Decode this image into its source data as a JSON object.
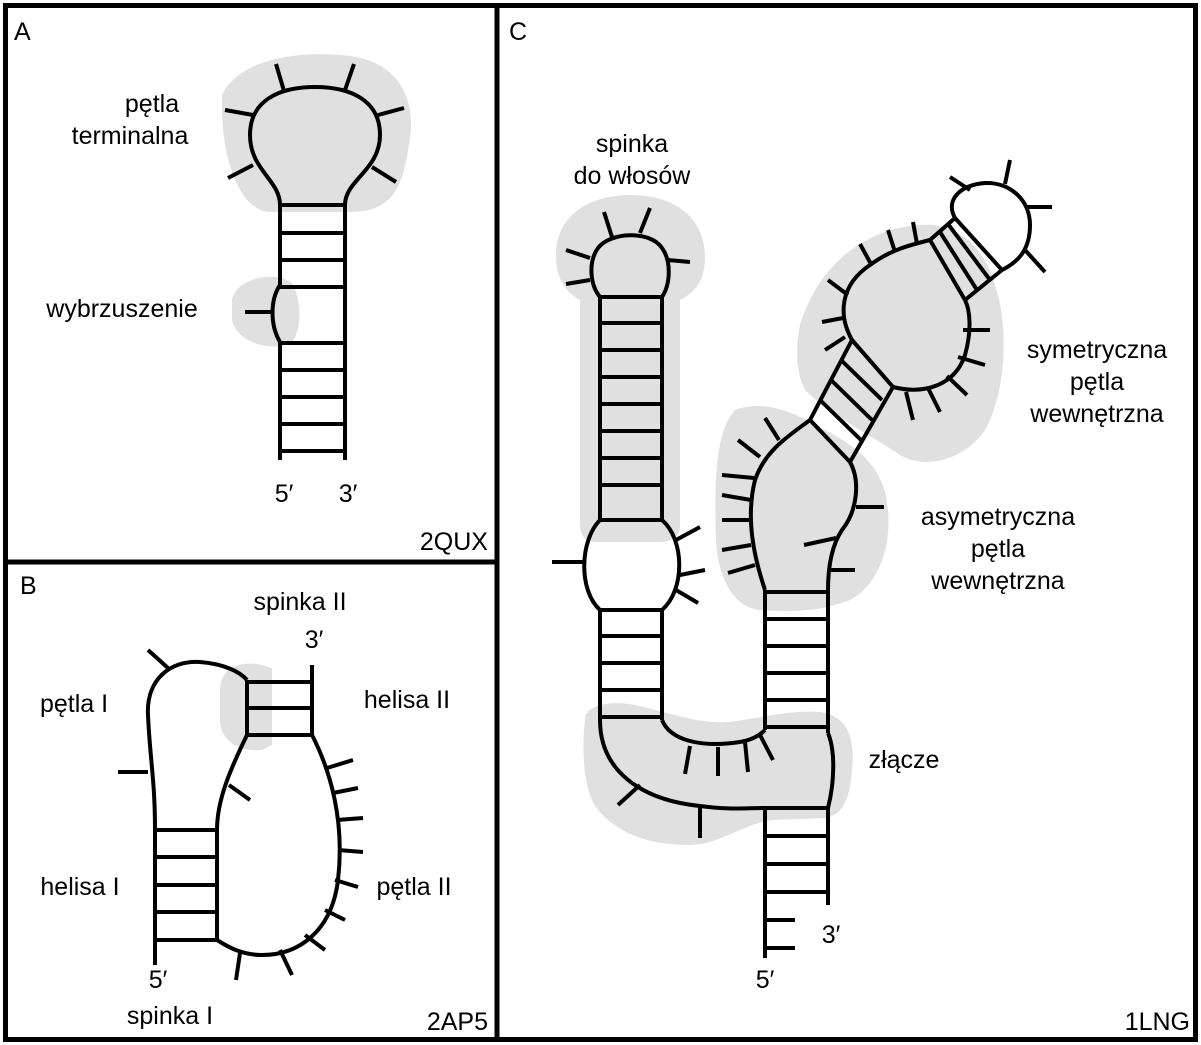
{
  "colors": {
    "line": "#000000",
    "highlight": "#e0e0e0",
    "background": "#ffffff"
  },
  "panels": {
    "A": {
      "letter": "A",
      "id": "2QUX",
      "terminal_loop_label": [
        "pętla",
        "terminalna"
      ],
      "bulge_label": "wybrzuszenie",
      "end5": "5′",
      "end3": "3′"
    },
    "B": {
      "letter": "B",
      "id": "2AP5",
      "hairpin2_label": "spinka II",
      "loop1_label": "pętla I",
      "helix2_label": "helisa II",
      "helix1_label": "helisa I",
      "loop2_label": "pętla II",
      "hairpin1_label": "spinka I",
      "end5": "5′",
      "end3": "3′"
    },
    "C": {
      "letter": "C",
      "id": "1LNG",
      "hairpin_label": [
        "spinka",
        "do włosów"
      ],
      "sym_loop_label": [
        "symetryczna",
        "pętla",
        "wewnętrzna"
      ],
      "asym_loop_label": [
        "asymetryczna",
        "pętla",
        "wewnętrzna"
      ],
      "junction_label": "złącze",
      "end5": "5′",
      "end3": "3′"
    }
  }
}
